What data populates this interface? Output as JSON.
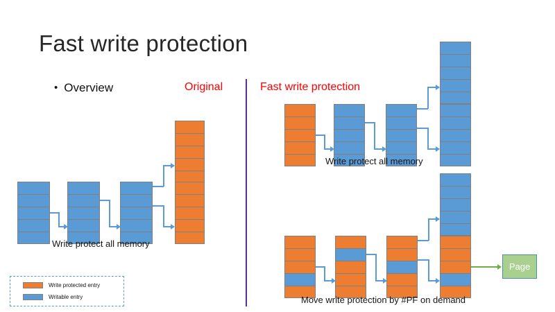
{
  "slide": {
    "title": "Fast write protection",
    "bullet": "Overview",
    "bullet_marker": "•"
  },
  "sections": {
    "original_label": "Original",
    "fast_label": "Fast write protection"
  },
  "captions": {
    "original": "Write protect all memory",
    "fast_top": "Write protect all memory",
    "fast_bottom": "Move write protection by #PF on demand"
  },
  "page_box": {
    "label": "Page"
  },
  "legend": {
    "items": [
      {
        "swatch": "orange",
        "label": "Write protected entry"
      },
      {
        "swatch": "blue",
        "label": "Writable entry"
      }
    ]
  },
  "colors": {
    "write_protected": "#ed7d31",
    "writable": "#5b9bd5",
    "page": "#a9d08e",
    "divider": "#5c2d91",
    "section_label": "#ff0000",
    "connector": "#5b9bd5",
    "page_connector": "#70ad47"
  },
  "diagrams": {
    "original": {
      "columns": [
        {
          "name": "level-0",
          "cells": [
            "blue",
            "blue",
            "blue",
            "blue",
            "blue"
          ]
        },
        {
          "name": "level-1",
          "cells": [
            "blue",
            "blue",
            "blue",
            "blue",
            "blue"
          ]
        },
        {
          "name": "level-2",
          "cells": [
            "blue",
            "blue",
            "blue",
            "blue",
            "blue"
          ]
        },
        {
          "name": "level-3-upper",
          "cells": [
            "orange",
            "orange",
            "orange",
            "orange",
            "orange"
          ]
        },
        {
          "name": "level-3-lower",
          "cells": [
            "orange",
            "orange",
            "orange",
            "orange",
            "orange"
          ]
        }
      ]
    },
    "fast_top": {
      "columns": [
        {
          "name": "level-0",
          "cells": [
            "orange",
            "orange",
            "orange",
            "orange",
            "orange"
          ]
        },
        {
          "name": "level-1",
          "cells": [
            "blue",
            "blue",
            "blue",
            "blue",
            "blue"
          ]
        },
        {
          "name": "level-2",
          "cells": [
            "blue",
            "blue",
            "blue",
            "blue",
            "blue"
          ]
        },
        {
          "name": "level-3-upper",
          "cells": [
            "blue",
            "blue",
            "blue",
            "blue",
            "blue"
          ]
        },
        {
          "name": "level-3-lower",
          "cells": [
            "blue",
            "blue",
            "blue",
            "blue",
            "blue"
          ]
        }
      ]
    },
    "fast_bottom": {
      "columns": [
        {
          "name": "level-0",
          "cells": [
            "orange",
            "orange",
            "orange",
            "blue",
            "orange"
          ]
        },
        {
          "name": "level-1",
          "cells": [
            "orange",
            "blue",
            "orange",
            "orange",
            "orange"
          ]
        },
        {
          "name": "level-2",
          "cells": [
            "orange",
            "orange",
            "blue",
            "orange",
            "orange"
          ]
        },
        {
          "name": "level-3-upper",
          "cells": [
            "blue",
            "blue",
            "blue",
            "blue",
            "blue"
          ]
        },
        {
          "name": "level-3-lower",
          "cells": [
            "orange",
            "orange",
            "orange",
            "blue",
            "orange"
          ]
        }
      ]
    }
  }
}
